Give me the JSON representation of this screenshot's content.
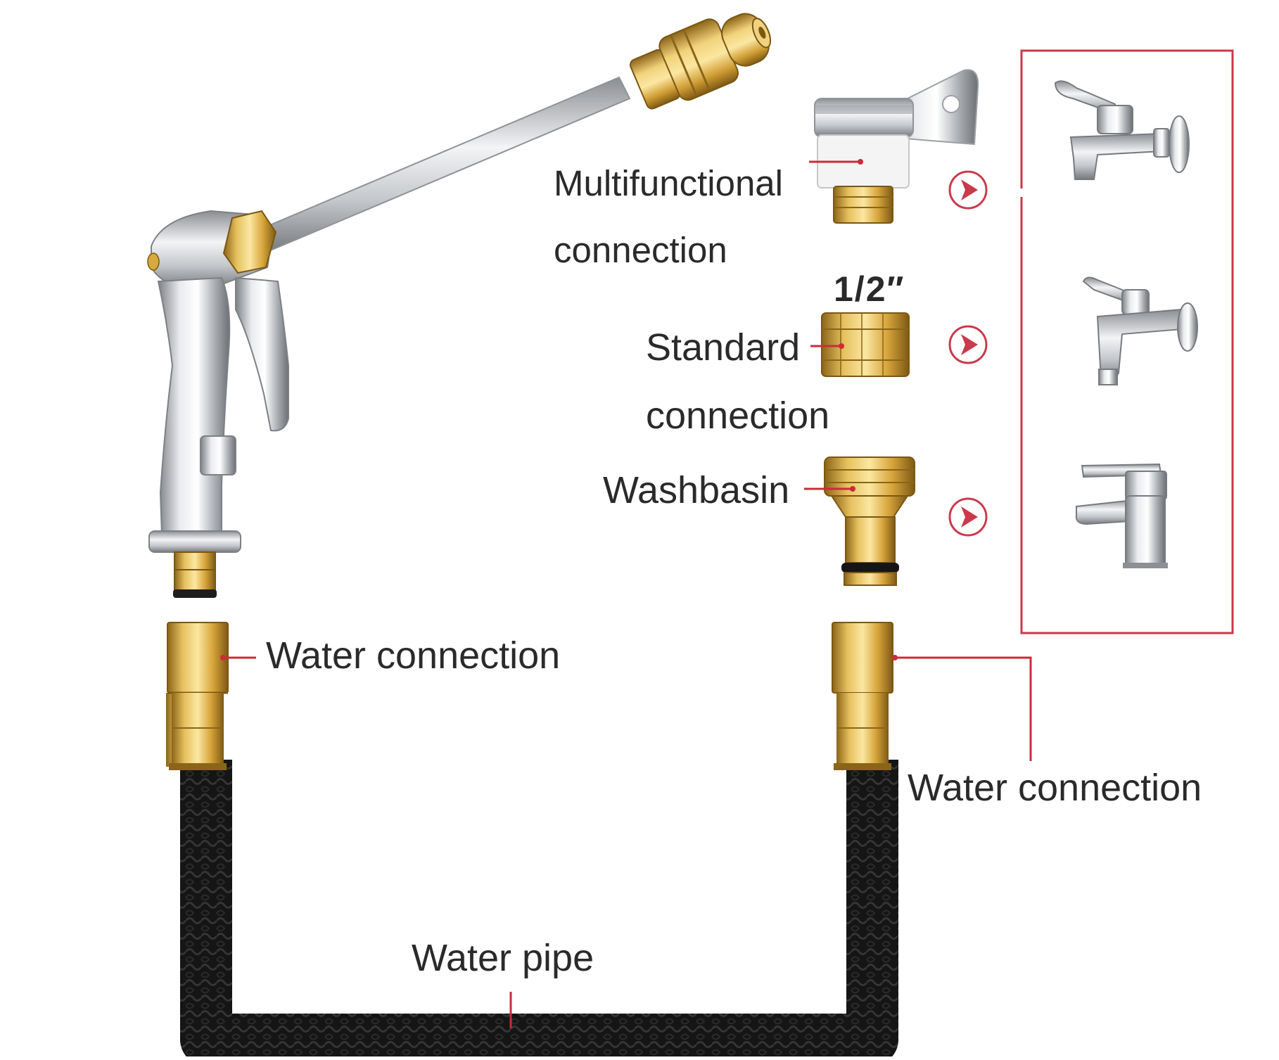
{
  "labels": {
    "multifunctional_line1": "Multifunctional",
    "multifunctional_line2": "connection",
    "fraction": "1/2″",
    "standard_line1": "Standard",
    "standard_line2": "connection",
    "washbasin": "Washbasin",
    "water_connection_left": "Water connection",
    "water_connection_right": "Water connection",
    "water_pipe": "Water pipe"
  },
  "colors": {
    "background": "#ffffff",
    "text": "#2a2a2a",
    "leader_line": "#cc2b38",
    "frame": "#c9394a",
    "brass": "#d8a93c",
    "chrome": "#b9bcc0",
    "hose": "#1e1e1e"
  },
  "icons": {
    "arrow": "chevron-right-circle-icon",
    "faucet": "faucet-icon",
    "spray_gun": "spray-gun-icon",
    "hose": "garden-hose-icon"
  }
}
